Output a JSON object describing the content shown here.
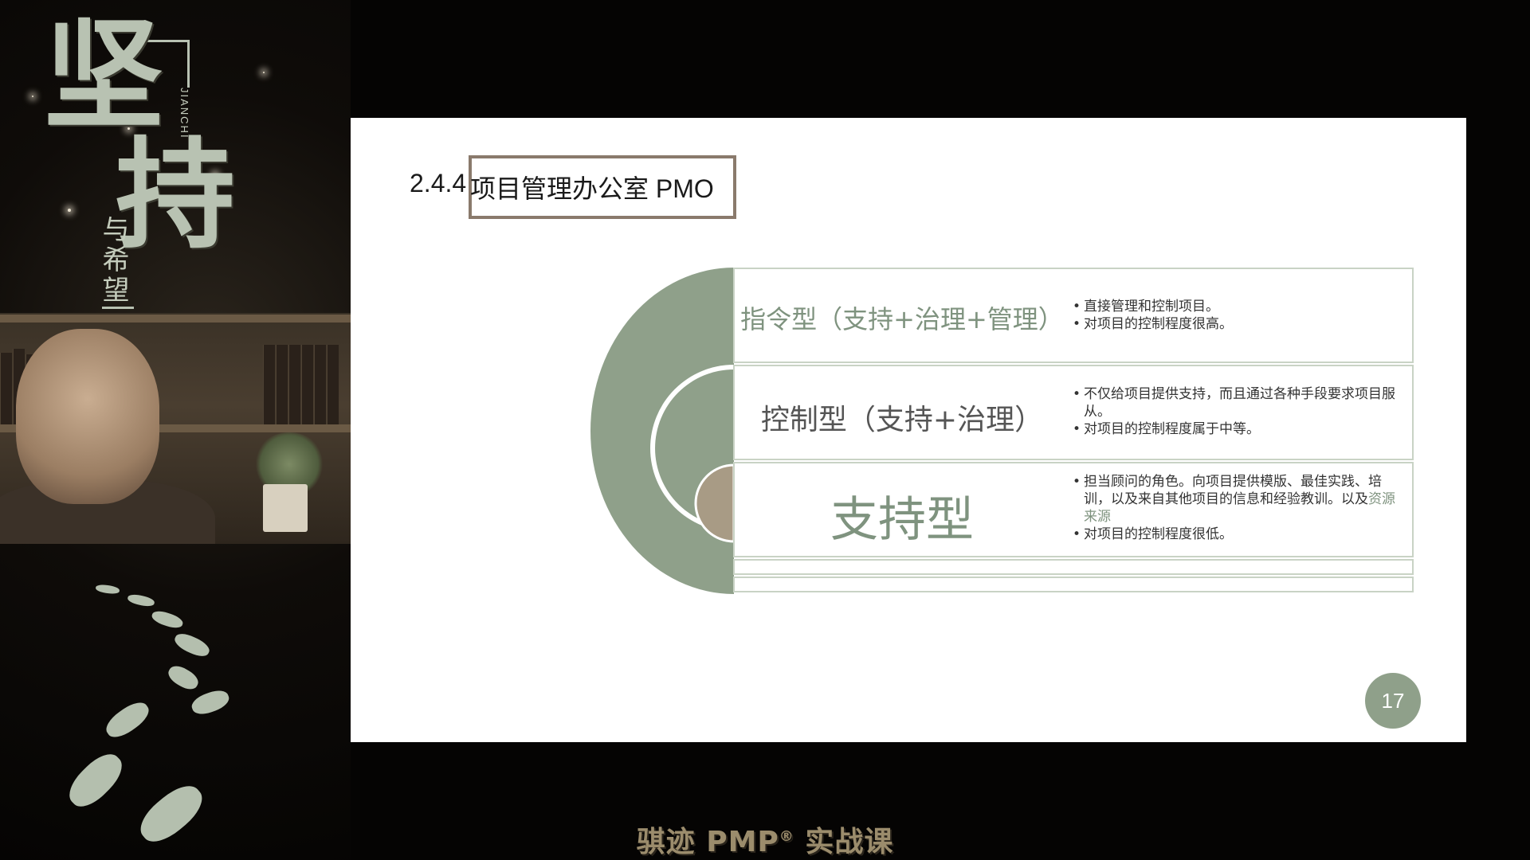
{
  "poster": {
    "big_text_1": "坚",
    "big_text_2": "持",
    "small_text": "与希望",
    "pinyin": "JIANCHI"
  },
  "slide": {
    "title_number": "2.4.4",
    "title_text": "项目管理办公室 PMO",
    "page_number": "17",
    "rows": [
      {
        "label": "指令型（支持+治理+管理）",
        "bullets": [
          "直接管理和控制项目。",
          "对项目的控制程度很高。"
        ]
      },
      {
        "label": "控制型（支持+治理）",
        "bullets": [
          "不仅给项目提供支持，而且通过各种手段要求项目服从。",
          "对项目的控制程度属于中等。"
        ]
      },
      {
        "label": "支持型",
        "bullet1_prefix": "担当顾问的角色。向项目提供模版、最佳实践、培训，以及来自其他项目的信息和经验教训。以及",
        "bullet1_accent": "资源来源",
        "bullet2": "对项目的控制程度很低。"
      }
    ]
  },
  "caption": {
    "text": "骐迹 PMP",
    "registered": "®",
    "suffix": " 实战课"
  },
  "colors": {
    "accent_green": "#7f937f",
    "circle_outer": "#8fa08a",
    "circle_inner": "#a89b85",
    "title_border": "#8a7a6c"
  }
}
